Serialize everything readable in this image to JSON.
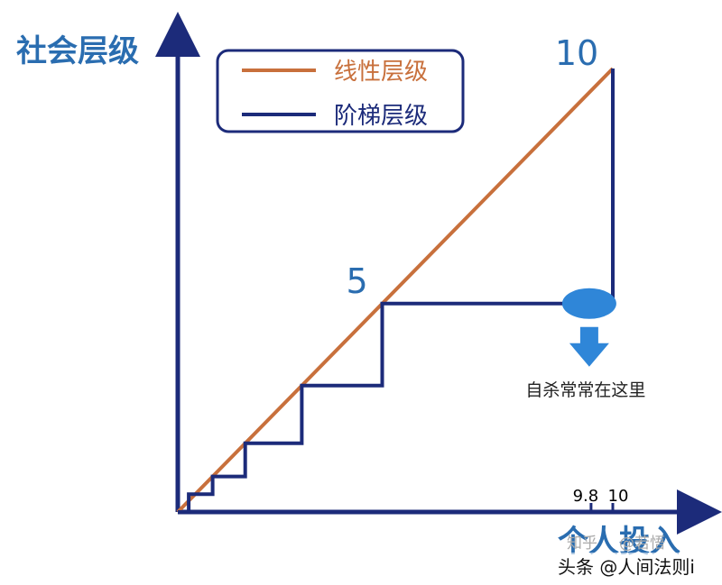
{
  "chart_data": {
    "type": "line",
    "ylabel": "社会层级",
    "xlabel": "个人投入",
    "x_range": [
      0,
      10.5
    ],
    "y_range": [
      0,
      10.5
    ],
    "grid": false,
    "legend": {
      "placement": "top-left",
      "entries": [
        "线性层级",
        "阶梯层级"
      ]
    },
    "series": [
      {
        "name": "线性层级",
        "x": [
          0,
          10
        ],
        "y": [
          0,
          10
        ]
      },
      {
        "name": "阶梯层级",
        "x": [
          0,
          0.25,
          0.25,
          0.8,
          0.8,
          1.55,
          1.55,
          2.85,
          2.85,
          4.7,
          4.7,
          10,
          10
        ],
        "y": [
          0,
          0,
          0.4,
          0.4,
          0.8,
          0.8,
          1.55,
          1.55,
          2.85,
          2.85,
          4.7,
          4.7,
          10
        ]
      }
    ],
    "point_labels": [
      {
        "text": "5",
        "x": 4.7,
        "y": 4.7
      },
      {
        "text": "10",
        "x": 10,
        "y": 10
      }
    ],
    "x_tick_labels": [
      {
        "text": "9.8",
        "x": 9.5
      },
      {
        "text": "10",
        "x": 10
      }
    ],
    "annotation": {
      "text": "自杀常常在这里",
      "x": 9.5,
      "y": 4.7
    }
  },
  "watermarks": {
    "zhihu": "知乎",
    "zhihu_user": "@若悟",
    "toutiao": "头条 @人间法则i"
  },
  "colors": {
    "axis": "#1c2b7a",
    "linear": "#c8703c",
    "step": "#1c2b7a",
    "label_blue": "#2a6db0",
    "marker": "#2f86d8",
    "arrow": "#2f86d8",
    "legend_linear_text": "#c8703c",
    "legend_step_text": "#1c2b7a"
  }
}
